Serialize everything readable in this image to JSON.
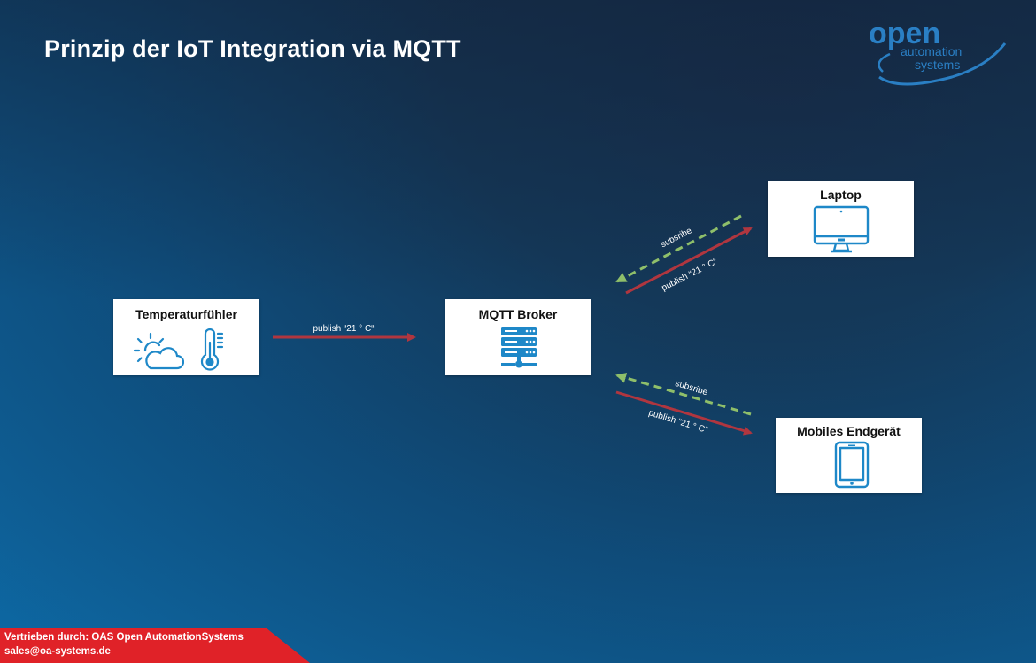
{
  "title": "Prinzip der IoT Integration via MQTT",
  "logo": {
    "line1": "open",
    "line2": "automation",
    "line3": "systems"
  },
  "nodes": {
    "sensor": {
      "label": "Temperaturfühler"
    },
    "broker": {
      "label": "MQTT Broker"
    },
    "laptop": {
      "label": "Laptop"
    },
    "mobile": {
      "label": "Mobiles Endgerät"
    }
  },
  "edges": {
    "sensor_to_broker": "publish “21 ° C“",
    "broker_to_laptop": "publish “21 ° C“",
    "laptop_subscribe": "subsribe",
    "broker_to_mobile": "publish “21 ° C“",
    "mobile_subscribe": "subsribe"
  },
  "footer": {
    "line1": "Vertrieben durch:  OAS Open AutomationSystems",
    "line2": "sales@oa-systems.de"
  },
  "colors": {
    "publish_arrow": "#b0363f",
    "subscribe_arrow": "#8fbf6a",
    "icon_blue": "#1e88c8",
    "footer_red": "#e02228",
    "logo_blue": "#2a7fc4"
  },
  "icons": [
    "weather-icon",
    "thermometer-icon",
    "server-icon",
    "monitor-icon",
    "tablet-icon"
  ]
}
